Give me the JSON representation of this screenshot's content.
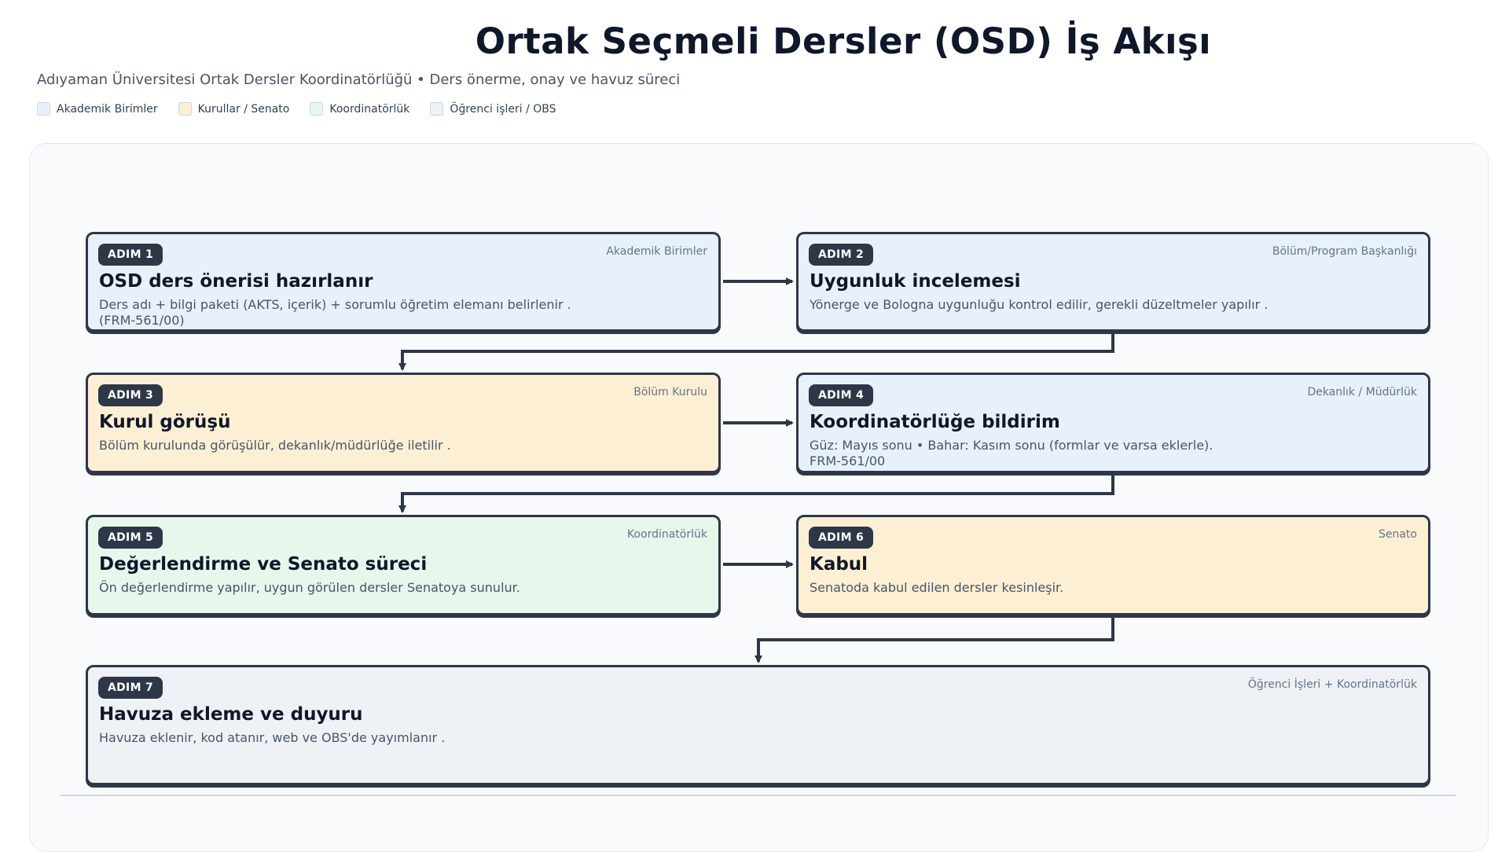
{
  "header": {
    "title": "Ortak Seçmeli Dersler (OSD) İş Akışı",
    "subtitle": "Adıyaman Üniversitesi Ortak Dersler Koordinatörlüğü • Ders önerme, onay ve havuz süreci"
  },
  "legend": [
    {
      "label": "Akademik Birimler",
      "color": "#e8f0fc"
    },
    {
      "label": "Kurullar / Senato",
      "color": "#fdefd3"
    },
    {
      "label": "Koordinatörlük",
      "color": "#e6f7ec"
    },
    {
      "label": "Öğrenci işleri / OBS",
      "color": "#eef1f5"
    }
  ],
  "steps": [
    {
      "badge": "ADIM 1",
      "owner": "Akademik Birimler",
      "title": "OSD ders önerisi hazırlanır",
      "desc": "Ders adı + bilgi paketi (AKTS, içerik) + sorumlu öğretim elemanı belirlenir  .",
      "desc2": "(FRM-561/00)",
      "color": "#e8f0fc"
    },
    {
      "badge": "ADIM 2",
      "owner": "Bölüm/Program Başkanlığı",
      "title": "Uygunluk incelemesi",
      "desc": "Yönerge ve Bologna uygunluğu kontrol edilir, gerekli düzeltmeler yapılır .",
      "color": "#e8f0fc"
    },
    {
      "badge": "ADIM 3",
      "owner": "Bölüm Kurulu",
      "title": "Kurul görüşü",
      "desc": "Bölüm kurulunda görüşülür, dekanlık/müdürlüğe iletilir .",
      "color": "#fdefd3"
    },
    {
      "badge": "ADIM 4",
      "owner": "Dekanlık / Müdürlük",
      "title": "Koordinatörlüğe bildirim",
      "desc": "Güz: Mayıs sonu • Bahar: Kasım sonu (formlar ve varsa eklerle).",
      "desc2": "FRM-561/00",
      "color": "#e8f0fc"
    },
    {
      "badge": "ADIM 5",
      "owner": "Koordinatörlük",
      "title": "Değerlendirme ve Senato süreci",
      "desc": "Ön değerlendirme yapılır, uygun görülen dersler Senatoya sunulur.",
      "color": "#e6f7ec"
    },
    {
      "badge": "ADIM 6",
      "owner": "Senato",
      "title": "Kabul",
      "desc": "Senatoda kabul edilen dersler kesinleşir.",
      "color": "#fdefd3"
    },
    {
      "badge": "ADIM 7",
      "owner": "Öğrenci İşleri + Koordinatörlük",
      "title": "Havuza ekleme ve duyuru",
      "desc": "Havuza eklenir, kod atanır, web ve OBS'de yayımlanır  .",
      "color": "#eef1f5"
    }
  ]
}
